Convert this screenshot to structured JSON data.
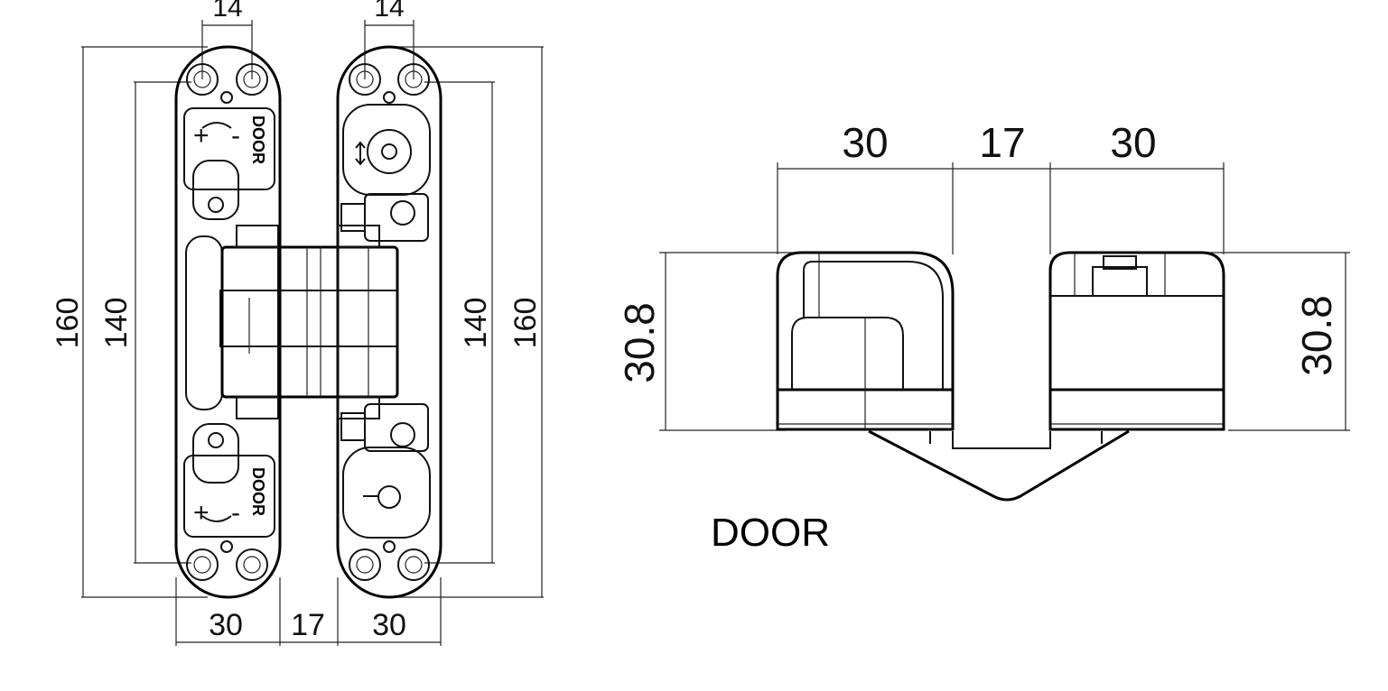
{
  "front_view": {
    "top_left_width": "14",
    "top_right_width": "14",
    "left_outer_height": "160",
    "left_inner_height": "140",
    "right_inner_height": "140",
    "right_outer_height": "160",
    "bottom_left_width": "30",
    "bottom_gap_width": "17",
    "bottom_right_width": "30",
    "door_mark_top": "DOOR",
    "door_mark_bottom": "DOOR"
  },
  "top_view": {
    "left_width": "30",
    "gap_width": "17",
    "right_width": "30",
    "left_height": "30.8",
    "right_height": "30.8",
    "door_label": "DOOR"
  }
}
